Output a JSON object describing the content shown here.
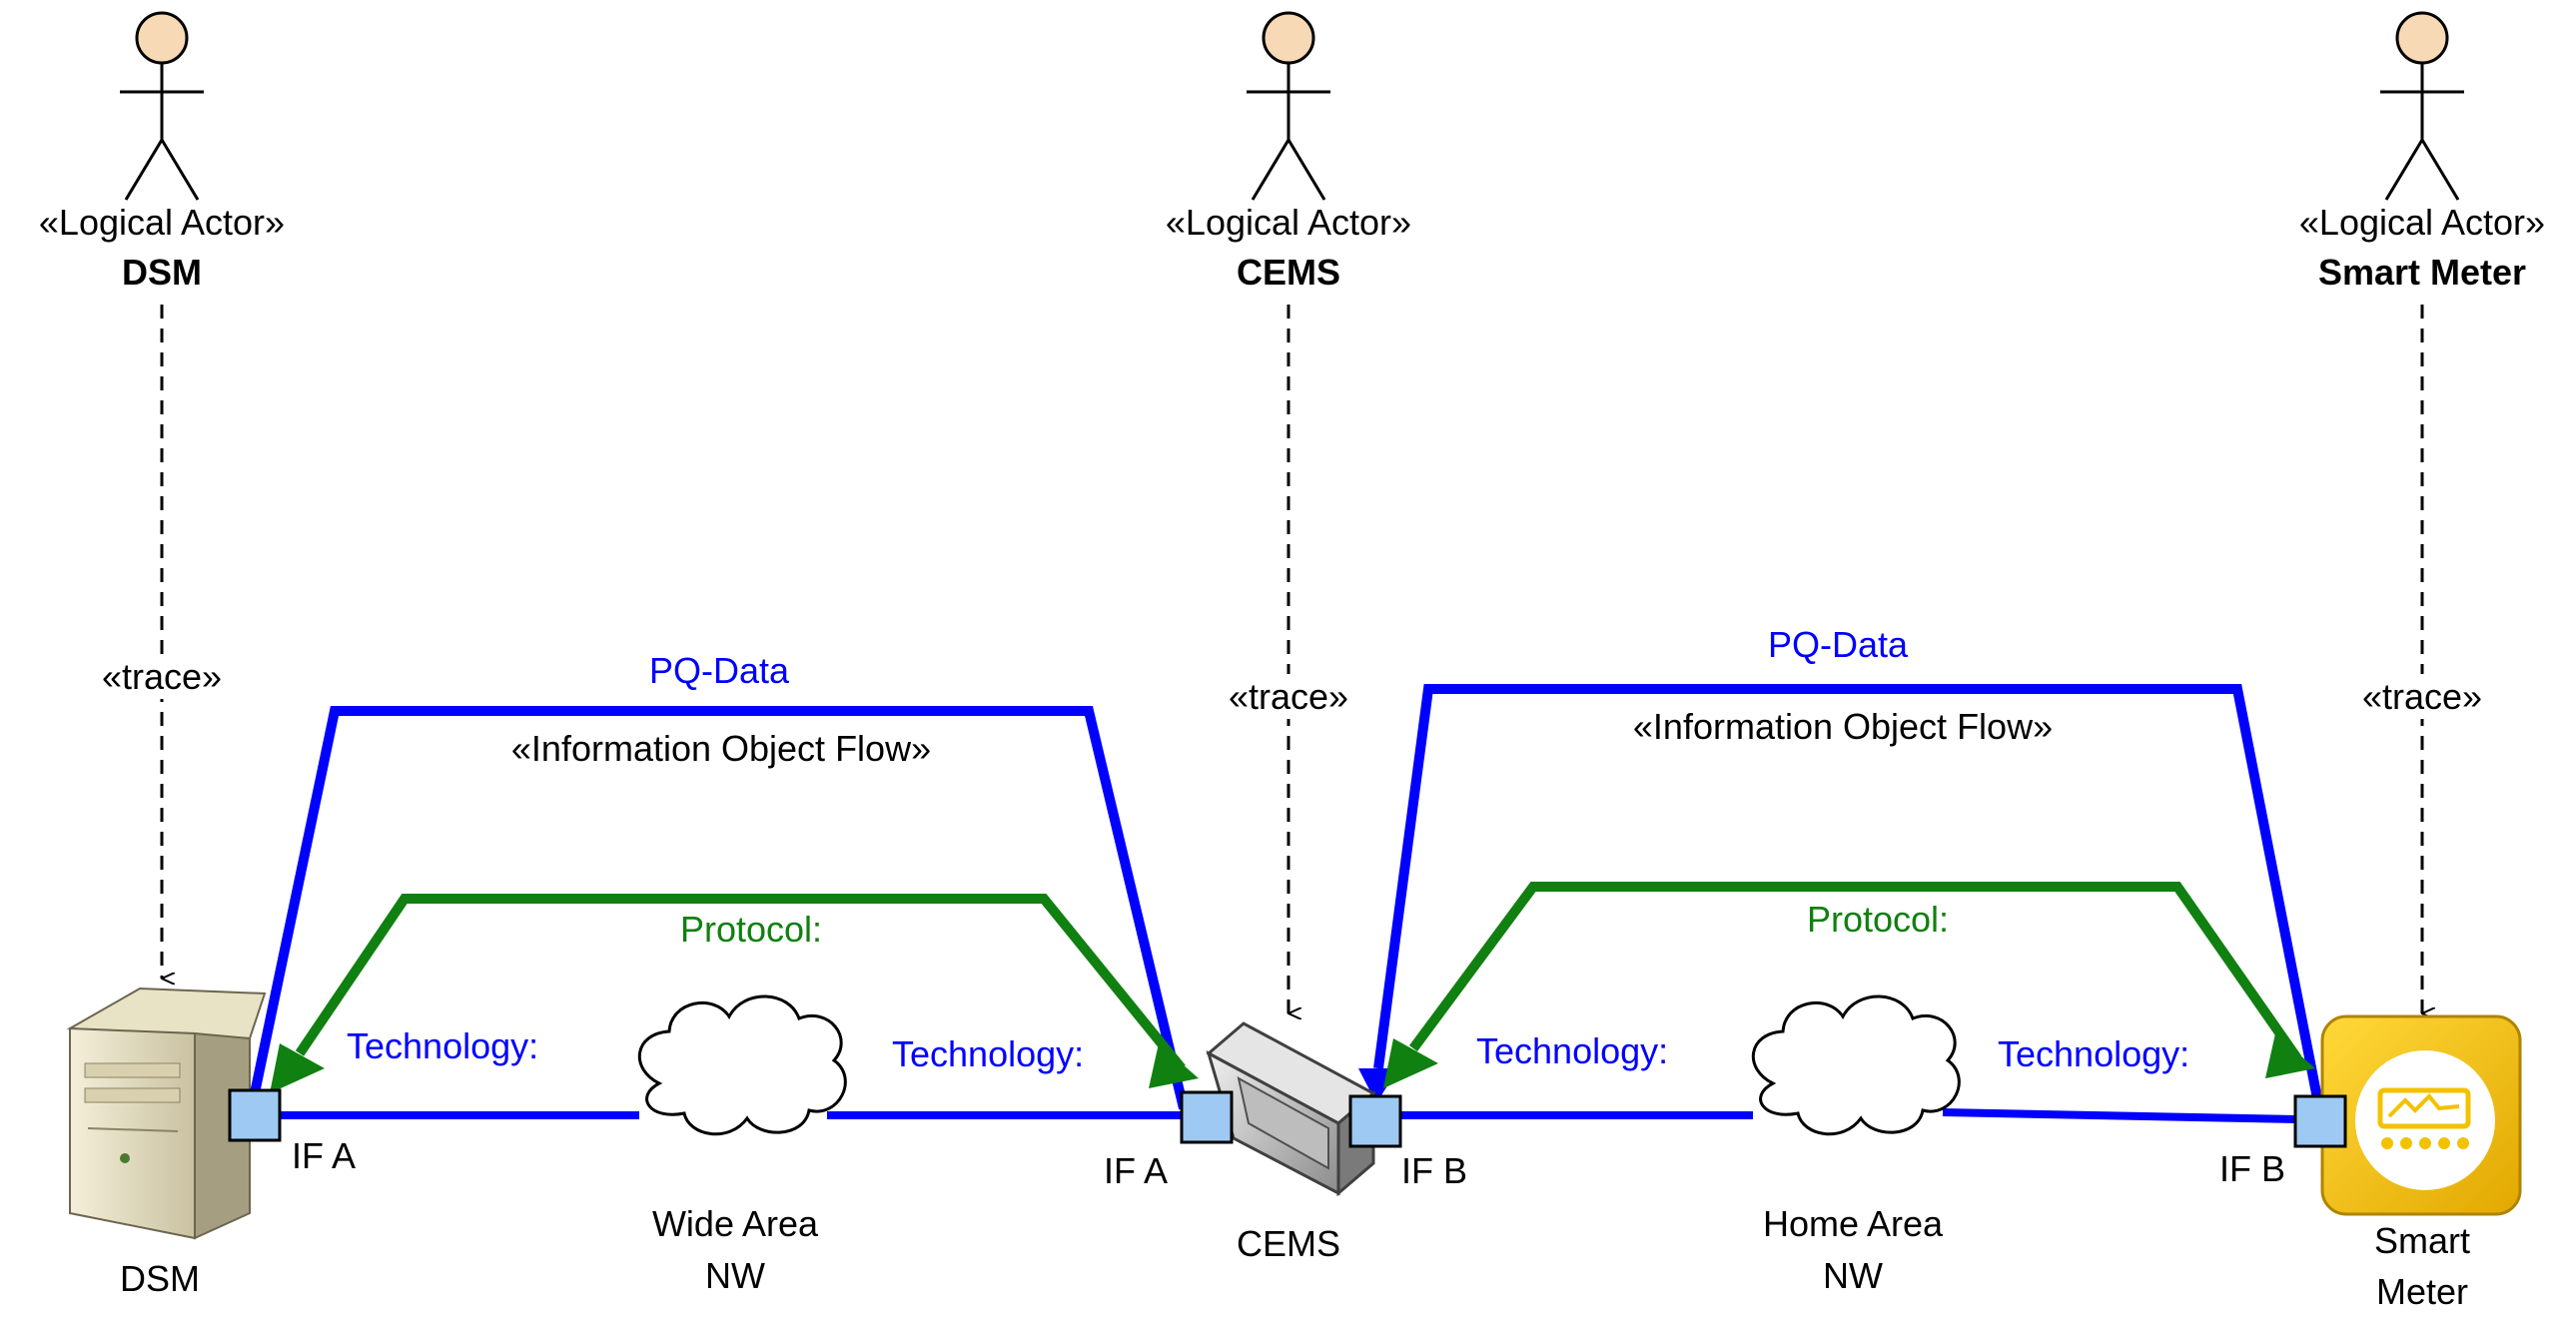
{
  "actors": [
    {
      "stereotype": "«Logical Actor»",
      "name": "DSM",
      "trace": "«trace»"
    },
    {
      "stereotype": "«Logical Actor»",
      "name": "CEMS",
      "trace": "«trace»"
    },
    {
      "stereotype": "«Logical Actor»",
      "name": "Smart Meter",
      "trace": "«trace»"
    }
  ],
  "nodes": {
    "dsm": {
      "label": "DSM"
    },
    "cems": {
      "label": "CEMS"
    },
    "smart_meter": {
      "label_line1": "Smart",
      "label_line2": "Meter"
    }
  },
  "networks": {
    "wan": {
      "line1": "Wide Area",
      "line2": "NW"
    },
    "han": {
      "line1": "Home Area",
      "line2": "NW"
    }
  },
  "interfaces": {
    "dsm_if": "IF  A",
    "cems_if_a": "IF  A",
    "cems_if_b": "IF  B",
    "meter_if": "IF  B"
  },
  "flows": {
    "left": {
      "data": "PQ-Data",
      "stereotype": "«Information Object Flow»",
      "protocol": "Protocol:"
    },
    "right": {
      "data": "PQ-Data",
      "stereotype": "«Information Object Flow»",
      "protocol": "Protocol:"
    }
  },
  "technology": {
    "t1": "Technology:",
    "t2": "Technology:",
    "t3": "Technology:",
    "t4": "Technology:"
  },
  "colors": {
    "flow_blue": "#0000ff",
    "protocol_green": "#108010",
    "port_fill": "#9ec9f2",
    "actor_head": "#f7d9b5",
    "meter_yellow": "#f2c200"
  }
}
